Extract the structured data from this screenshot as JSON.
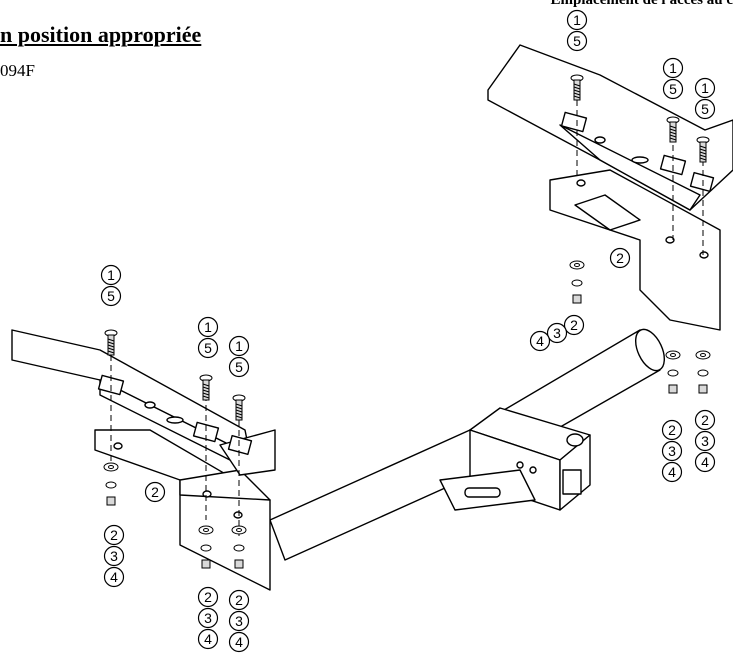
{
  "page": {
    "heading": "n position appropriée",
    "corner_note": "Emplacement de l'accès au c",
    "part_number": "094F"
  },
  "callouts": {
    "top_right_bolt_a": [
      "1",
      "5"
    ],
    "top_right_bolt_b": [
      "1",
      "5"
    ],
    "top_right_bolt_c": [
      "1",
      "5"
    ],
    "top_right_washer": [
      "2"
    ],
    "top_right_stack": [
      "2",
      "3",
      "4"
    ],
    "right_stack_a": [
      "2",
      "3",
      "4"
    ],
    "right_stack_b": [
      "2",
      "3",
      "4"
    ],
    "left_bolt_a": [
      "1",
      "5"
    ],
    "left_bolt_b": [
      "1",
      "5"
    ],
    "left_bolt_c": [
      "1",
      "5"
    ],
    "left_washer": [
      "2"
    ],
    "left_stack": [
      "2",
      "3",
      "4"
    ],
    "bottom_stack_a": [
      "2",
      "3",
      "4"
    ],
    "bottom_stack_b": [
      "2",
      "3",
      "4"
    ]
  },
  "colors": {
    "line": "#000000",
    "fill": "#ffffff",
    "hardware": "#d9d9d9"
  }
}
